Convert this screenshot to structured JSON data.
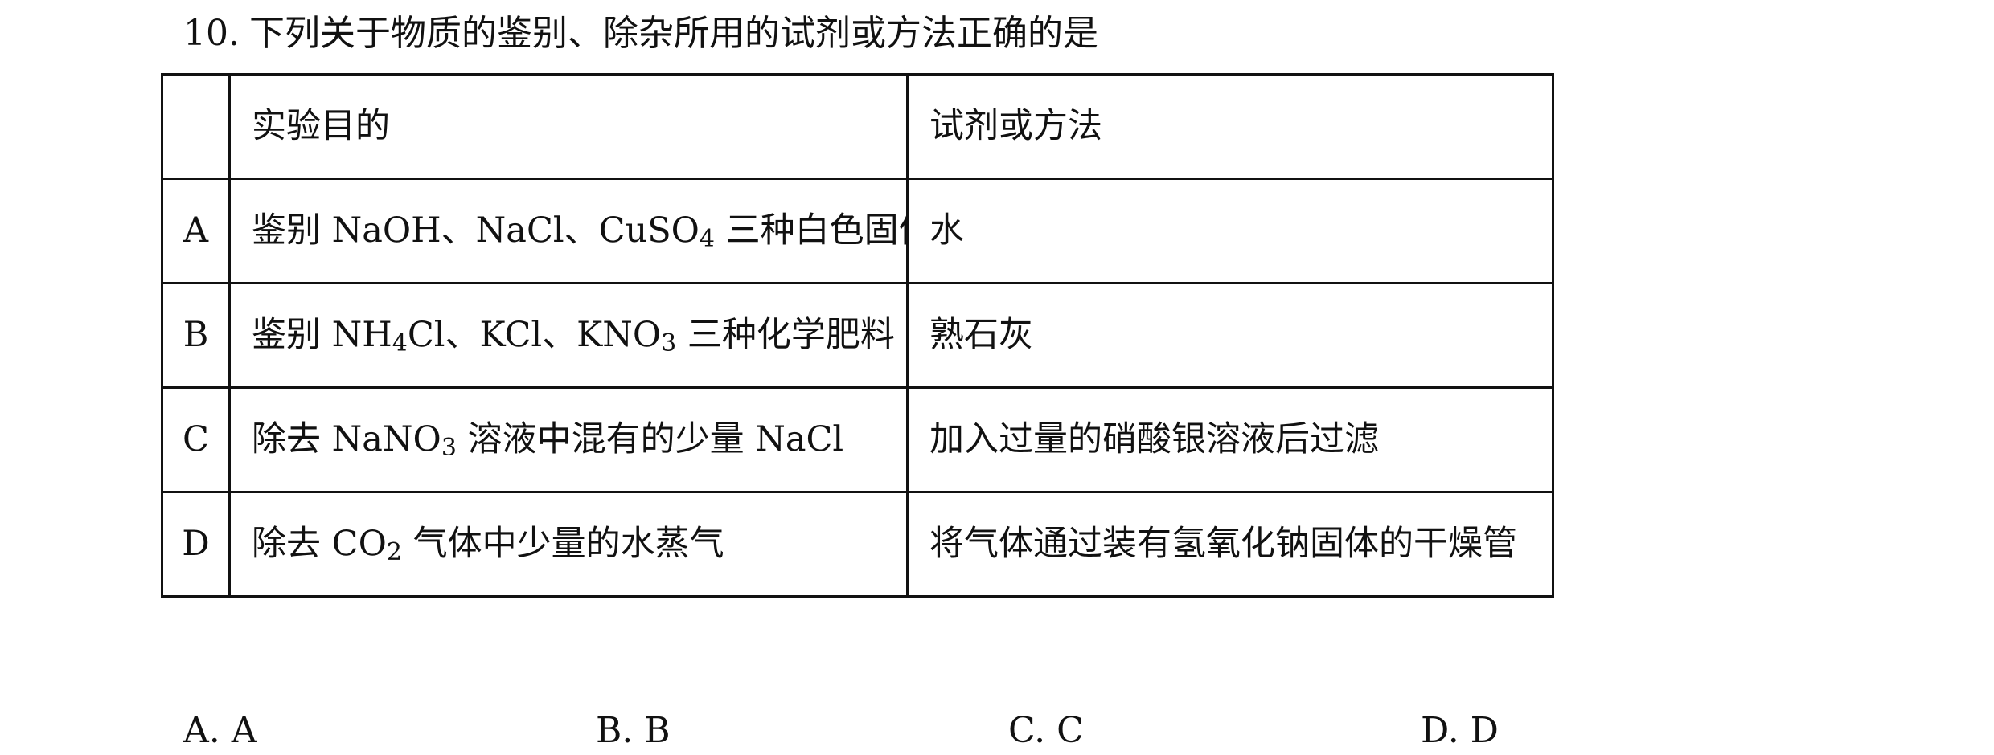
{
  "question": {
    "number": "10.",
    "stem": "下列关于物质的鉴别、除杂所用的试剂或方法正确的是"
  },
  "table": {
    "header": {
      "label": "",
      "purpose": "实验目的",
      "method": "试剂或方法"
    },
    "rows": [
      {
        "label": "A",
        "purpose_parts": [
          "鉴别 NaOH、NaCl、CuSO",
          "4",
          " 三种白色固体"
        ],
        "method": "水"
      },
      {
        "label": "B",
        "purpose_parts": [
          "鉴别 NH",
          "4",
          "Cl、KCl、KNO",
          "3",
          " 三种化学肥料"
        ],
        "method": "熟石灰"
      },
      {
        "label": "C",
        "purpose_parts": [
          "除去 NaNO",
          "3",
          " 溶液中混有的少量 NaCl"
        ],
        "method": "加入过量的硝酸银溶液后过滤"
      },
      {
        "label": "D",
        "purpose_parts": [
          "除去 CO",
          "2",
          " 气体中少量的水蒸气"
        ],
        "method": "将气体通过装有氢氧化钠固体的干燥管"
      }
    ]
  },
  "choices": [
    "A. A",
    "B. B",
    "C. C",
    "D. D"
  ]
}
